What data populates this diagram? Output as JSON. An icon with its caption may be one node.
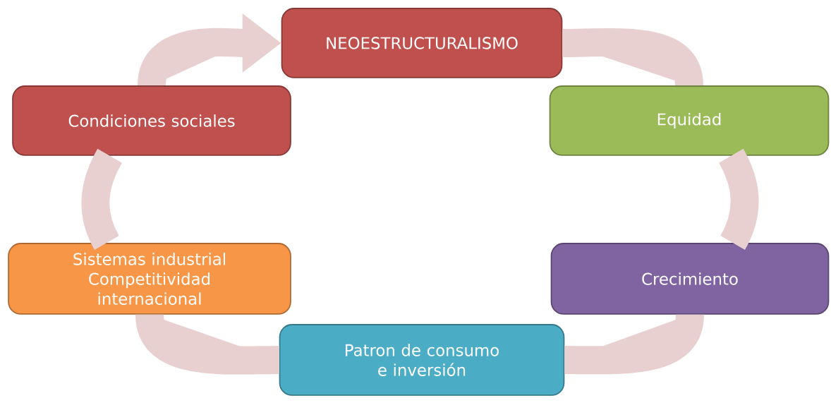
{
  "diagram": {
    "nodes": [
      {
        "text": [
          "NEOESTRUCTURALISMO"
        ]
      },
      {
        "text": [
          "Equidad"
        ]
      },
      {
        "text": [
          "Crecimiento"
        ]
      },
      {
        "text": [
          "Patron de consumo e inversión"
        ]
      },
      {
        "text": [
          "Sistemas industrial Competitividad internacional"
        ]
      },
      {
        "text": [
          "Condiciones sociales"
        ]
      }
    ],
    "edges": [
      {
        "from": 0,
        "to": 1,
        "arrow": "none"
      },
      {
        "from": 1,
        "to": 2,
        "arrow": "none"
      },
      {
        "from": 2,
        "to": 3,
        "arrow": "none"
      },
      {
        "from": 3,
        "to": 4,
        "arrow": "none"
      },
      {
        "from": 4,
        "to": 5,
        "arrow": "none"
      },
      {
        "from": 5,
        "to": 0,
        "arrow": "to"
      }
    ]
  }
}
